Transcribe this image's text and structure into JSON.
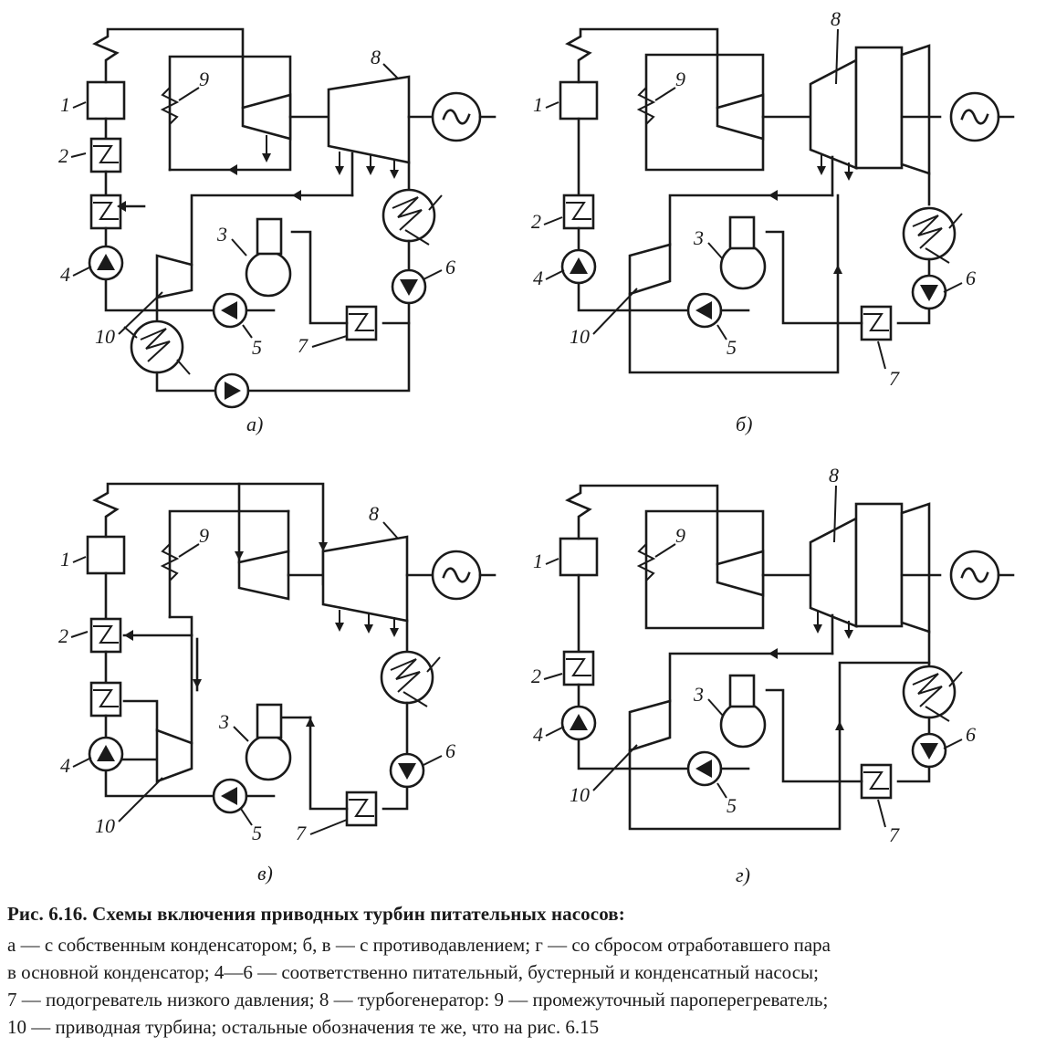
{
  "figure": {
    "panels": [
      {
        "id": "a",
        "label": "а)"
      },
      {
        "id": "b",
        "label": "б)"
      },
      {
        "id": "v",
        "label": "в)"
      },
      {
        "id": "g",
        "label": "г)"
      }
    ],
    "component_numbers": [
      "1",
      "2",
      "3",
      "4",
      "5",
      "6",
      "7",
      "8",
      "9",
      "10"
    ],
    "generator_symbol": "~"
  },
  "caption": {
    "title": "Рис. 6.16. Схемы включения приводных турбин питательных насосов:",
    "lines": [
      "а — с собственным конденсатором; б, в — с противодавлением; г — со сбросом отработавшего пара",
      "в основной конденсатор; 4—6 — соответственно питательный, бустерный и конденсатный насосы;",
      "7 — подогреватель низкого давления; 8 — турбогенератор: 9 — промежуточный пароперегреватель;",
      "10 — приводная турбина; остальные обозначения те же, что на рис. 6.15"
    ]
  }
}
